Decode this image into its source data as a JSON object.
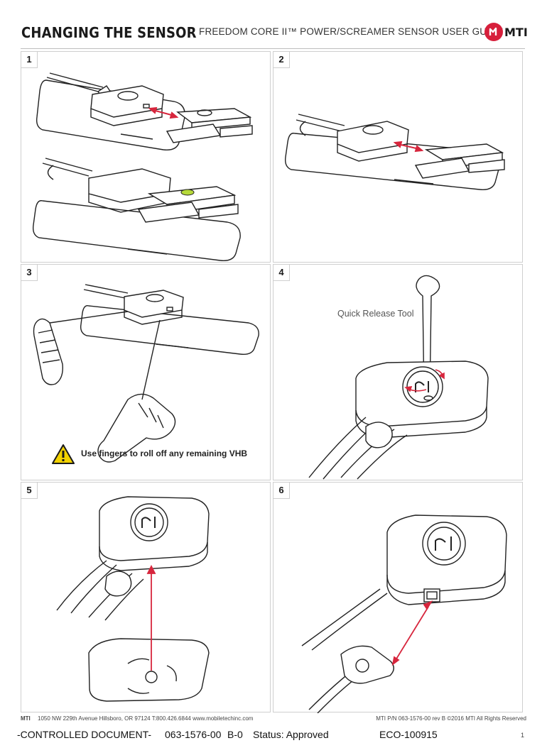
{
  "header": {
    "title": "CHANGING THE SENSOR",
    "subtitle": "FREEDOM CORE II™ POWER/SCREAMER SENSOR USER GUIDE",
    "logo_text": "MTI",
    "brand_color": "#d71f3b"
  },
  "steps": [
    {
      "number": "1"
    },
    {
      "number": "2"
    },
    {
      "number": "3",
      "warning": "Use fingers to roll off any remaining VHB",
      "warning_icon": "warning-triangle-icon"
    },
    {
      "number": "4",
      "tool_label": "Quick Release Tool"
    },
    {
      "number": "5"
    },
    {
      "number": "6"
    }
  ],
  "footer": {
    "brand": "MTI",
    "address": "1050 NW 229th Avenue Hillsboro, OR 97124  T:800.426.6844 www.mobiletechinc.com",
    "part_number": "MTI P/N 063-1576-00 rev B ©2016 MTI All Rights Reserved"
  },
  "control_bar": {
    "label": "-CONTROLLED DOCUMENT-",
    "doc_number": "063-1576-00",
    "revision": "B-0",
    "status": "Status: Approved",
    "eco": "ECO-100915",
    "page": "1"
  },
  "colors": {
    "arrow": "#d7263d",
    "warning_yellow": "#f2d200",
    "led_green": "#b6d93a"
  }
}
